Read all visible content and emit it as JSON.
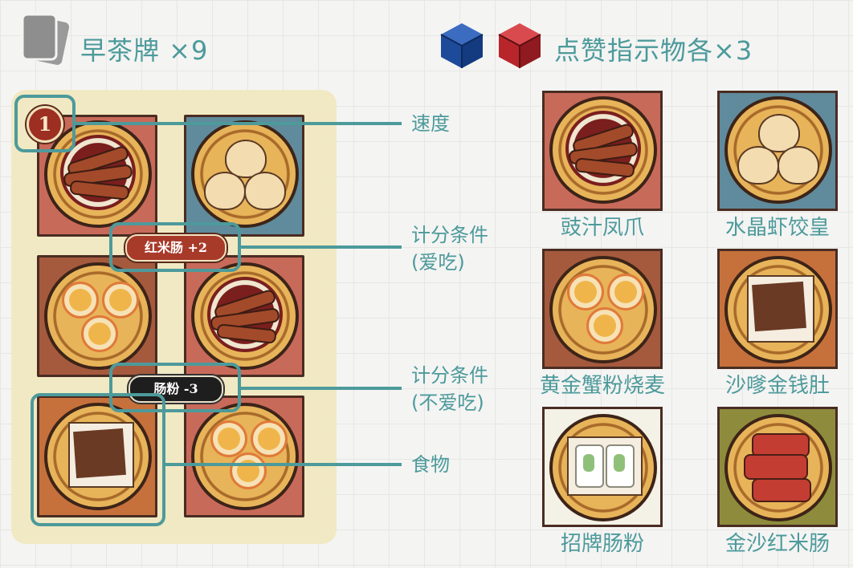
{
  "header": {
    "cards_title": "早茶牌 ×9",
    "tokens_title": "点赞指示物各×3"
  },
  "card": {
    "speed_number": "1",
    "like_badge": "红米肠 +2",
    "dislike_badge": "肠粉 -3"
  },
  "callouts": {
    "speed": "速度",
    "like_line1": "计分条件",
    "like_line2": "(爱吃)",
    "dislike_line1": "计分条件",
    "dislike_line2": "(不爱吃)",
    "food": "食物"
  },
  "foods": [
    {
      "name": "豉汁凤爪",
      "bg": "#c86a5a"
    },
    {
      "name": "水晶虾饺皇",
      "bg": "#5f8b9c"
    },
    {
      "name": "黄金蟹粉烧麦",
      "bg": "#a55a3e"
    },
    {
      "name": "沙嗲金钱肚",
      "bg": "#c6713c"
    },
    {
      "name": "招牌肠粉",
      "bg": "#f4f1e6"
    },
    {
      "name": "金沙红米肠",
      "bg": "#8e8c3c"
    }
  ],
  "colors": {
    "accent": "#4d9a9b",
    "dice_blue": "#1f4fa0",
    "dice_red": "#b8262b"
  },
  "icons": [
    "card-stack-icon",
    "blue-dice-icon",
    "red-dice-icon"
  ]
}
